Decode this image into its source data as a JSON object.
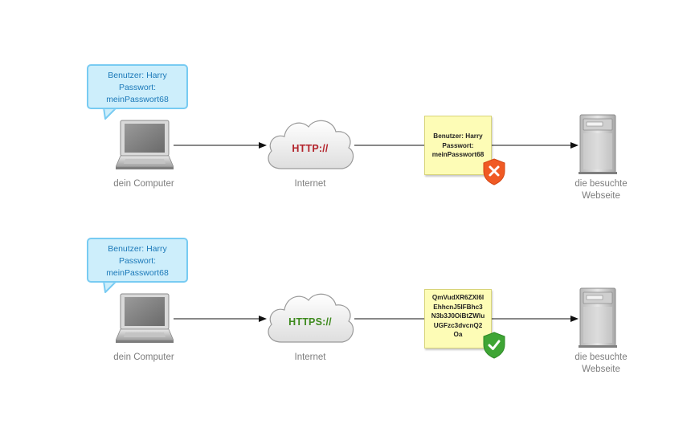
{
  "rows": [
    {
      "credentials": [
        "Benutzer: Harry",
        "Passwort:",
        "meinPasswort68"
      ],
      "computer_label": "dein Computer",
      "protocol": "HTTP://",
      "internet_label": "Internet",
      "payload": [
        "Benutzer: Harry",
        "Passwort:",
        "meinPasswort68"
      ],
      "status_icon": "red-shield-x-icon",
      "site_label": [
        "die besuchte",
        "Webseite"
      ]
    },
    {
      "credentials": [
        "Benutzer: Harry",
        "Passwort:",
        "meinPasswort68"
      ],
      "computer_label": "dein Computer",
      "protocol": "HTTPS://",
      "internet_label": "Internet",
      "payload": [
        "QmVudXR6ZXI6I",
        "EhhcnJ5IFBhc3",
        "N3b3J0OiBtZWlu",
        "UGFzc3dvcnQ2",
        "Oa"
      ],
      "status_icon": "green-shield-check-icon",
      "site_label": [
        "die besuchte",
        "Webseite"
      ]
    }
  ],
  "colors": {
    "bubble_fill": "#cdeefb",
    "bubble_border": "#78cbf2",
    "bubble_text": "#1a78b8",
    "http": "#b3232b",
    "https": "#3e8a1e",
    "note_fill": "#fdfcb6",
    "insecure": "#f05a24",
    "secure": "#3fa535"
  }
}
